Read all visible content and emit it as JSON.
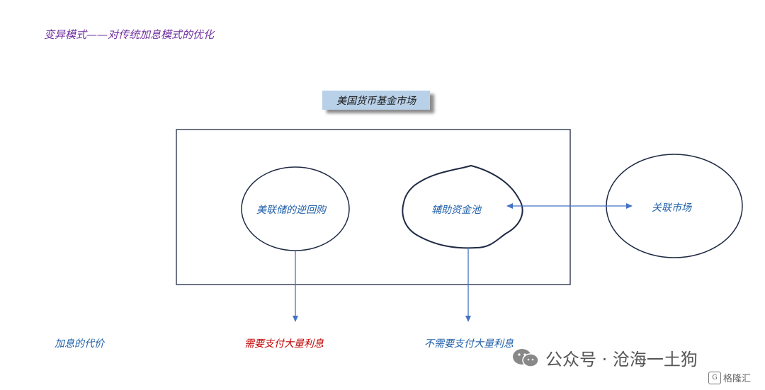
{
  "slide": {
    "title": "变异模式——对传统加息模式的优化",
    "header_box": "美国货币基金市场"
  },
  "diagram": {
    "nodes": {
      "fed_reverse_repo": "美联储的逆回购",
      "aux_pool": "辅助资金池",
      "related_market": "关联市场"
    },
    "bottom_labels": {
      "cost_of_hiking": "加息的代价",
      "need_pay_interest": "需要支付大量利息",
      "no_need_pay_interest": "不需要支付大量利息"
    },
    "colors": {
      "line": "#4472c4",
      "outline": "#1f2a44",
      "title": "#7030a0",
      "red_text": "#c00000",
      "blue_text": "#1f5fa8"
    }
  },
  "watermark": {
    "text": "公众号 · 沧海一土狗",
    "icon": "wechat-icon",
    "brand": "格隆汇",
    "brand_icon": "gelonghui-logo-icon"
  }
}
